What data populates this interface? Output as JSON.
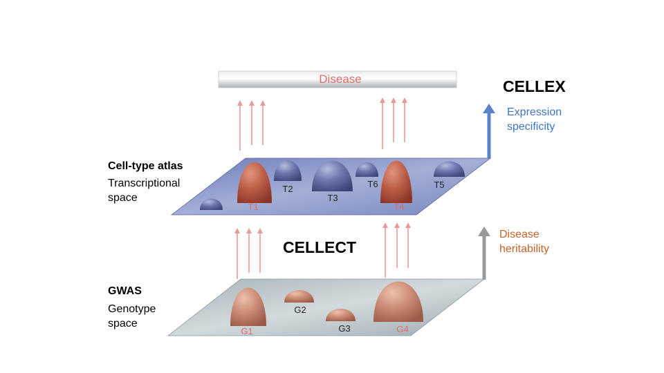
{
  "disease_bar": {
    "label": "Disease"
  },
  "cellex": {
    "title": "CELLEX",
    "arrow_label_line1": "Expression",
    "arrow_label_line2": "specificity",
    "arrow_color": "#5a82c8",
    "label_color": "#3f74c0"
  },
  "cellect": {
    "title": "CELLECT",
    "arrow_label_line1": "Disease",
    "arrow_label_line2": "heritability",
    "arrow_color": "#9a9a9a",
    "label_color": "#c5632b"
  },
  "atlas_layer": {
    "heading": "Cell-type atlas",
    "line1": "Transcriptional",
    "line2": "space",
    "plane_color": "#7f8cbe",
    "mounds": [
      {
        "id": "T1",
        "label": "T1",
        "color": "red"
      },
      {
        "id": "T2",
        "label": "T2",
        "color": "blue"
      },
      {
        "id": "T3",
        "label": "T3",
        "color": "blue"
      },
      {
        "id": "T6",
        "label": "T6",
        "color": "blue"
      },
      {
        "id": "T4",
        "label": "T4",
        "color": "red"
      },
      {
        "id": "T5",
        "label": "T5",
        "color": "blue"
      }
    ]
  },
  "gwas_layer": {
    "heading": "GWAS",
    "line1": "Genotype",
    "line2": "space",
    "plane_color": "#b9c3c9",
    "mounds": [
      {
        "id": "G1",
        "label": "G1"
      },
      {
        "id": "G2",
        "label": "G2"
      },
      {
        "id": "G3",
        "label": "G3"
      },
      {
        "id": "G4",
        "label": "G4"
      }
    ]
  },
  "colors": {
    "signal_arrow": "#e89a98",
    "red_label": "#e06c6a",
    "dark_label": "#222222",
    "red_mound": "#b8543e",
    "blue_mound": "#5f6aa0",
    "salmon_mound": "#c78670"
  }
}
